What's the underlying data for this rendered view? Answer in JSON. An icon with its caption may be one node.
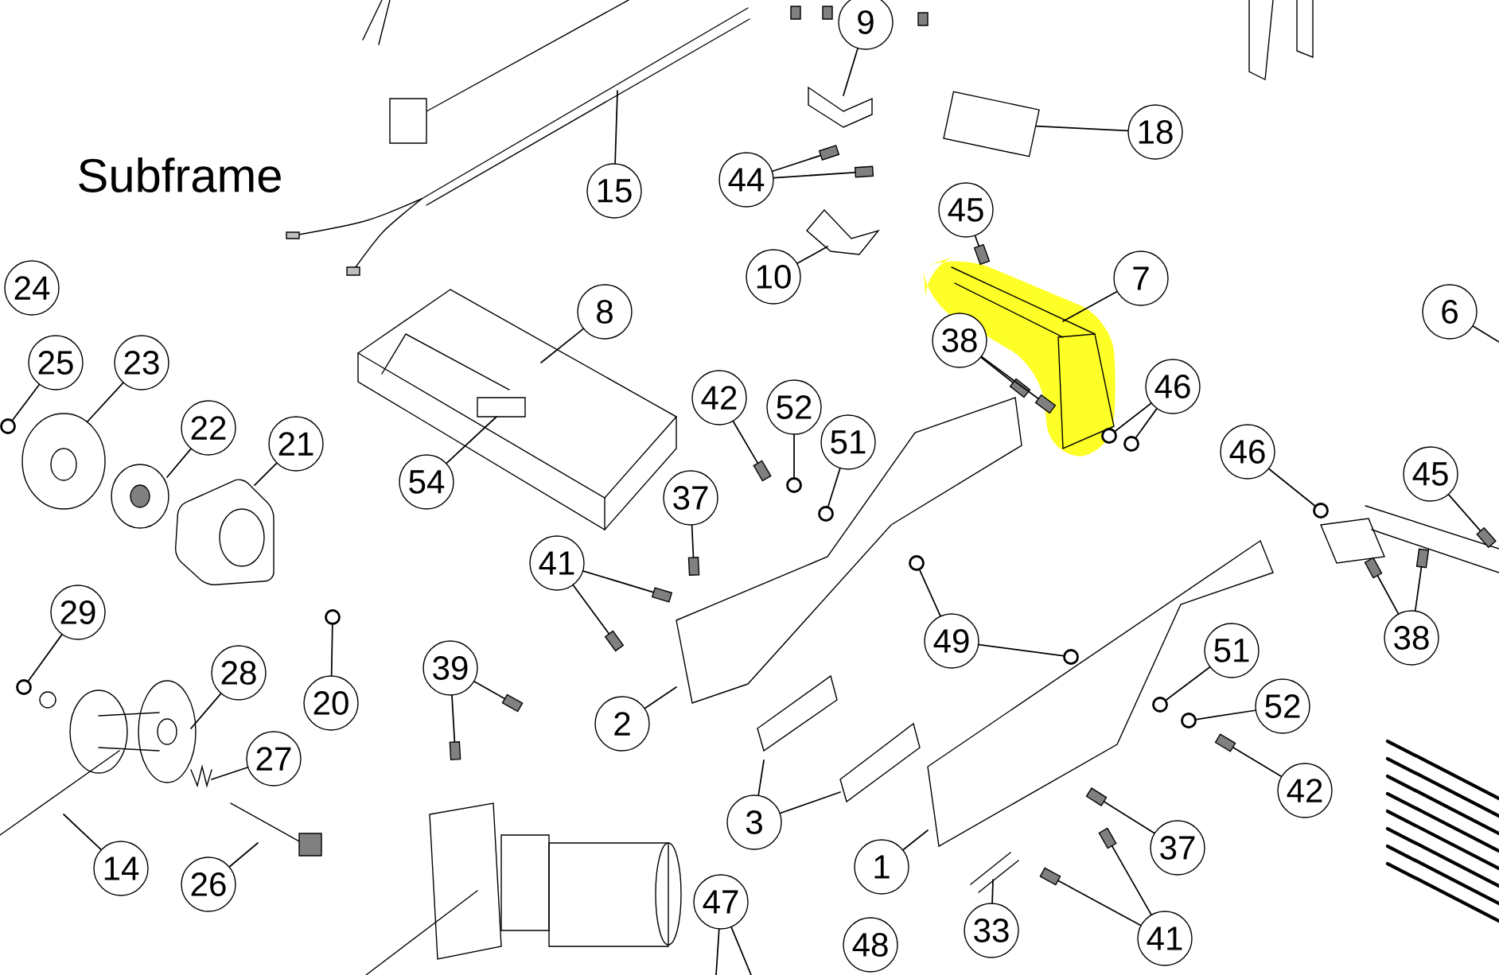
{
  "diagram": {
    "title": "Subframe",
    "nodes": [
      {
        "text": [
          "9"
        ]
      },
      {
        "text": [
          "18"
        ]
      },
      {
        "text": [
          "44"
        ]
      },
      {
        "text": [
          "15"
        ]
      },
      {
        "text": [
          "45"
        ]
      },
      {
        "text": [
          "10"
        ]
      },
      {
        "text": [
          "7"
        ]
      },
      {
        "text": [
          "24"
        ]
      },
      {
        "text": [
          "8"
        ]
      },
      {
        "text": [
          "6"
        ]
      },
      {
        "text": [
          "38"
        ]
      },
      {
        "text": [
          "25"
        ]
      },
      {
        "text": [
          "23"
        ]
      },
      {
        "text": [
          "46"
        ]
      },
      {
        "text": [
          "42"
        ]
      },
      {
        "text": [
          "52"
        ]
      },
      {
        "text": [
          "22"
        ]
      },
      {
        "text": [
          "21"
        ]
      },
      {
        "text": [
          "51"
        ]
      },
      {
        "text": [
          "54"
        ]
      },
      {
        "text": [
          "46"
        ]
      },
      {
        "text": [
          "45"
        ]
      },
      {
        "text": [
          "37"
        ]
      },
      {
        "text": [
          "41"
        ]
      },
      {
        "text": [
          "29"
        ]
      },
      {
        "text": [
          "49"
        ]
      },
      {
        "text": [
          "38"
        ]
      },
      {
        "text": [
          "28"
        ]
      },
      {
        "text": [
          "39"
        ]
      },
      {
        "text": [
          "20"
        ]
      },
      {
        "text": [
          "2"
        ]
      },
      {
        "text": [
          "51"
        ]
      },
      {
        "text": [
          "52"
        ]
      },
      {
        "text": [
          "27"
        ]
      },
      {
        "text": [
          "42"
        ]
      },
      {
        "text": [
          "3"
        ]
      },
      {
        "text": [
          "1"
        ]
      },
      {
        "text": [
          "37"
        ]
      },
      {
        "text": [
          "14"
        ]
      },
      {
        "text": [
          "26"
        ]
      },
      {
        "text": [
          "47"
        ]
      },
      {
        "text": [
          "41"
        ]
      },
      {
        "text": [
          "33"
        ]
      },
      {
        "text": [
          "48"
        ]
      },
      {
        "text": [],
        "shape": "bolt"
      },
      {
        "text": [],
        "shape": "bolt"
      },
      {
        "text": [],
        "shape": "bolt"
      },
      {
        "text": [],
        "shape": "bolt"
      },
      {
        "text": [],
        "shape": "bolt"
      },
      {
        "text": [],
        "shape": "circle"
      },
      {
        "text": [],
        "shape": "circle"
      },
      {
        "text": [],
        "shape": "bolt"
      },
      {
        "text": [],
        "shape": "circle"
      },
      {
        "text": [],
        "shape": "circle"
      },
      {
        "text": [],
        "shape": "circle"
      },
      {
        "text": [],
        "shape": "circle"
      },
      {
        "text": [],
        "shape": "bolt"
      },
      {
        "text": [],
        "shape": "bolt"
      },
      {
        "text": [],
        "shape": "bolt"
      },
      {
        "text": [],
        "shape": "bolt"
      },
      {
        "text": [],
        "shape": "circle"
      },
      {
        "text": [],
        "shape": "circle"
      },
      {
        "text": [],
        "shape": "circle"
      },
      {
        "text": [],
        "shape": "bolt"
      },
      {
        "text": [],
        "shape": "bolt"
      },
      {
        "text": [],
        "shape": "circle"
      },
      {
        "text": [],
        "shape": "bolt"
      },
      {
        "text": [],
        "shape": "bolt"
      },
      {
        "text": [],
        "shape": "circle"
      },
      {
        "text": [],
        "shape": "circle"
      },
      {
        "text": [],
        "shape": "bolt"
      },
      {
        "text": [],
        "shape": "bolt"
      },
      {
        "text": [],
        "shape": "bolt"
      },
      {
        "text": [],
        "shape": "bolt"
      },
      {
        "text": [],
        "shape": "box"
      }
    ],
    "edges": [
      {
        "from": 0,
        "to": null,
        "arrow": "none"
      },
      {
        "from": 1,
        "to": 74,
        "arrow": "none"
      },
      {
        "from": 2,
        "to": 44,
        "arrow": "none"
      },
      {
        "from": 2,
        "to": 45,
        "arrow": "none"
      },
      {
        "from": 3,
        "to": null,
        "arrow": "none"
      },
      {
        "from": 4,
        "to": 46,
        "arrow": "none"
      },
      {
        "from": 5,
        "to": null,
        "arrow": "none"
      },
      {
        "from": 6,
        "to": null,
        "arrow": "none"
      },
      {
        "from": 8,
        "to": null,
        "arrow": "none"
      },
      {
        "from": 9,
        "to": null,
        "arrow": "none"
      },
      {
        "from": 10,
        "to": 47,
        "arrow": "none"
      },
      {
        "from": 10,
        "to": 48,
        "arrow": "none"
      },
      {
        "from": 11,
        "to": 53,
        "arrow": "none"
      },
      {
        "from": 12,
        "to": null,
        "arrow": "none"
      },
      {
        "from": 13,
        "to": 49,
        "arrow": "none"
      },
      {
        "from": 13,
        "to": 50,
        "arrow": "none"
      },
      {
        "from": 14,
        "to": 51,
        "arrow": "none"
      },
      {
        "from": 15,
        "to": 52,
        "arrow": "none"
      },
      {
        "from": 16,
        "to": null,
        "arrow": "none"
      },
      {
        "from": 17,
        "to": null,
        "arrow": "none"
      },
      {
        "from": 18,
        "to": 54,
        "arrow": "none"
      },
      {
        "from": 19,
        "to": null,
        "arrow": "none"
      },
      {
        "from": 20,
        "to": 55,
        "arrow": "none"
      },
      {
        "from": 21,
        "to": 56,
        "arrow": "none"
      },
      {
        "from": 22,
        "to": 57,
        "arrow": "none"
      },
      {
        "from": 23,
        "to": 58,
        "arrow": "none"
      },
      {
        "from": 23,
        "to": 59,
        "arrow": "none"
      },
      {
        "from": 24,
        "to": 60,
        "arrow": "none"
      },
      {
        "from": 25,
        "to": 61,
        "arrow": "none"
      },
      {
        "from": 25,
        "to": 62,
        "arrow": "none"
      },
      {
        "from": 26,
        "to": 63,
        "arrow": "none"
      },
      {
        "from": 26,
        "to": 64,
        "arrow": "none"
      },
      {
        "from": 27,
        "to": null,
        "arrow": "none"
      },
      {
        "from": 28,
        "to": 66,
        "arrow": "none"
      },
      {
        "from": 28,
        "to": 67,
        "arrow": "none"
      },
      {
        "from": 29,
        "to": 65,
        "arrow": "none"
      },
      {
        "from": 30,
        "to": null,
        "arrow": "none"
      },
      {
        "from": 31,
        "to": 68,
        "arrow": "none"
      },
      {
        "from": 32,
        "to": 69,
        "arrow": "none"
      },
      {
        "from": 33,
        "to": null,
        "arrow": "none"
      },
      {
        "from": 34,
        "to": 70,
        "arrow": "none"
      },
      {
        "from": 35,
        "to": null,
        "arrow": "none"
      },
      {
        "from": 35,
        "to": null,
        "arrow": "none"
      },
      {
        "from": 36,
        "to": null,
        "arrow": "none"
      },
      {
        "from": 37,
        "to": 71,
        "arrow": "none"
      },
      {
        "from": 38,
        "to": null,
        "arrow": "none"
      },
      {
        "from": 39,
        "to": null,
        "arrow": "none"
      },
      {
        "from": 40,
        "to": null,
        "arrow": "none"
      },
      {
        "from": 40,
        "to": null,
        "arrow": "none"
      },
      {
        "from": 41,
        "to": 72,
        "arrow": "none"
      },
      {
        "from": 41,
        "to": 73,
        "arrow": "none"
      },
      {
        "from": 42,
        "to": null,
        "arrow": "none"
      }
    ]
  }
}
